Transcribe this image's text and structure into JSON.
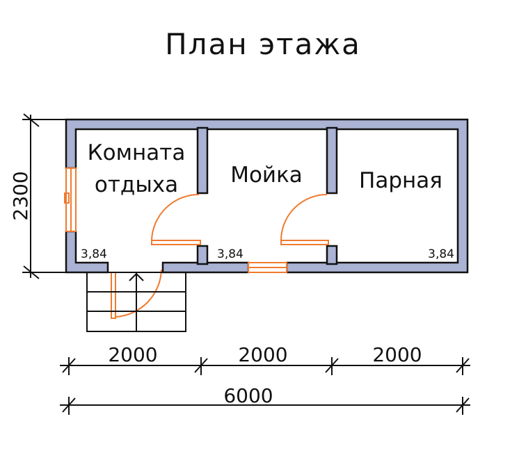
{
  "title": "План этажа",
  "rooms": {
    "rest_line1": "Комната",
    "rest_line2": "отдыха",
    "wash": "Мойка",
    "steam": "Парная"
  },
  "areas": {
    "rest": "3,84",
    "wash": "3,84",
    "steam": "3,84"
  },
  "dimensions": {
    "height": "2300",
    "seg1": "2000",
    "seg2": "2000",
    "seg3": "2000",
    "total": "6000"
  }
}
